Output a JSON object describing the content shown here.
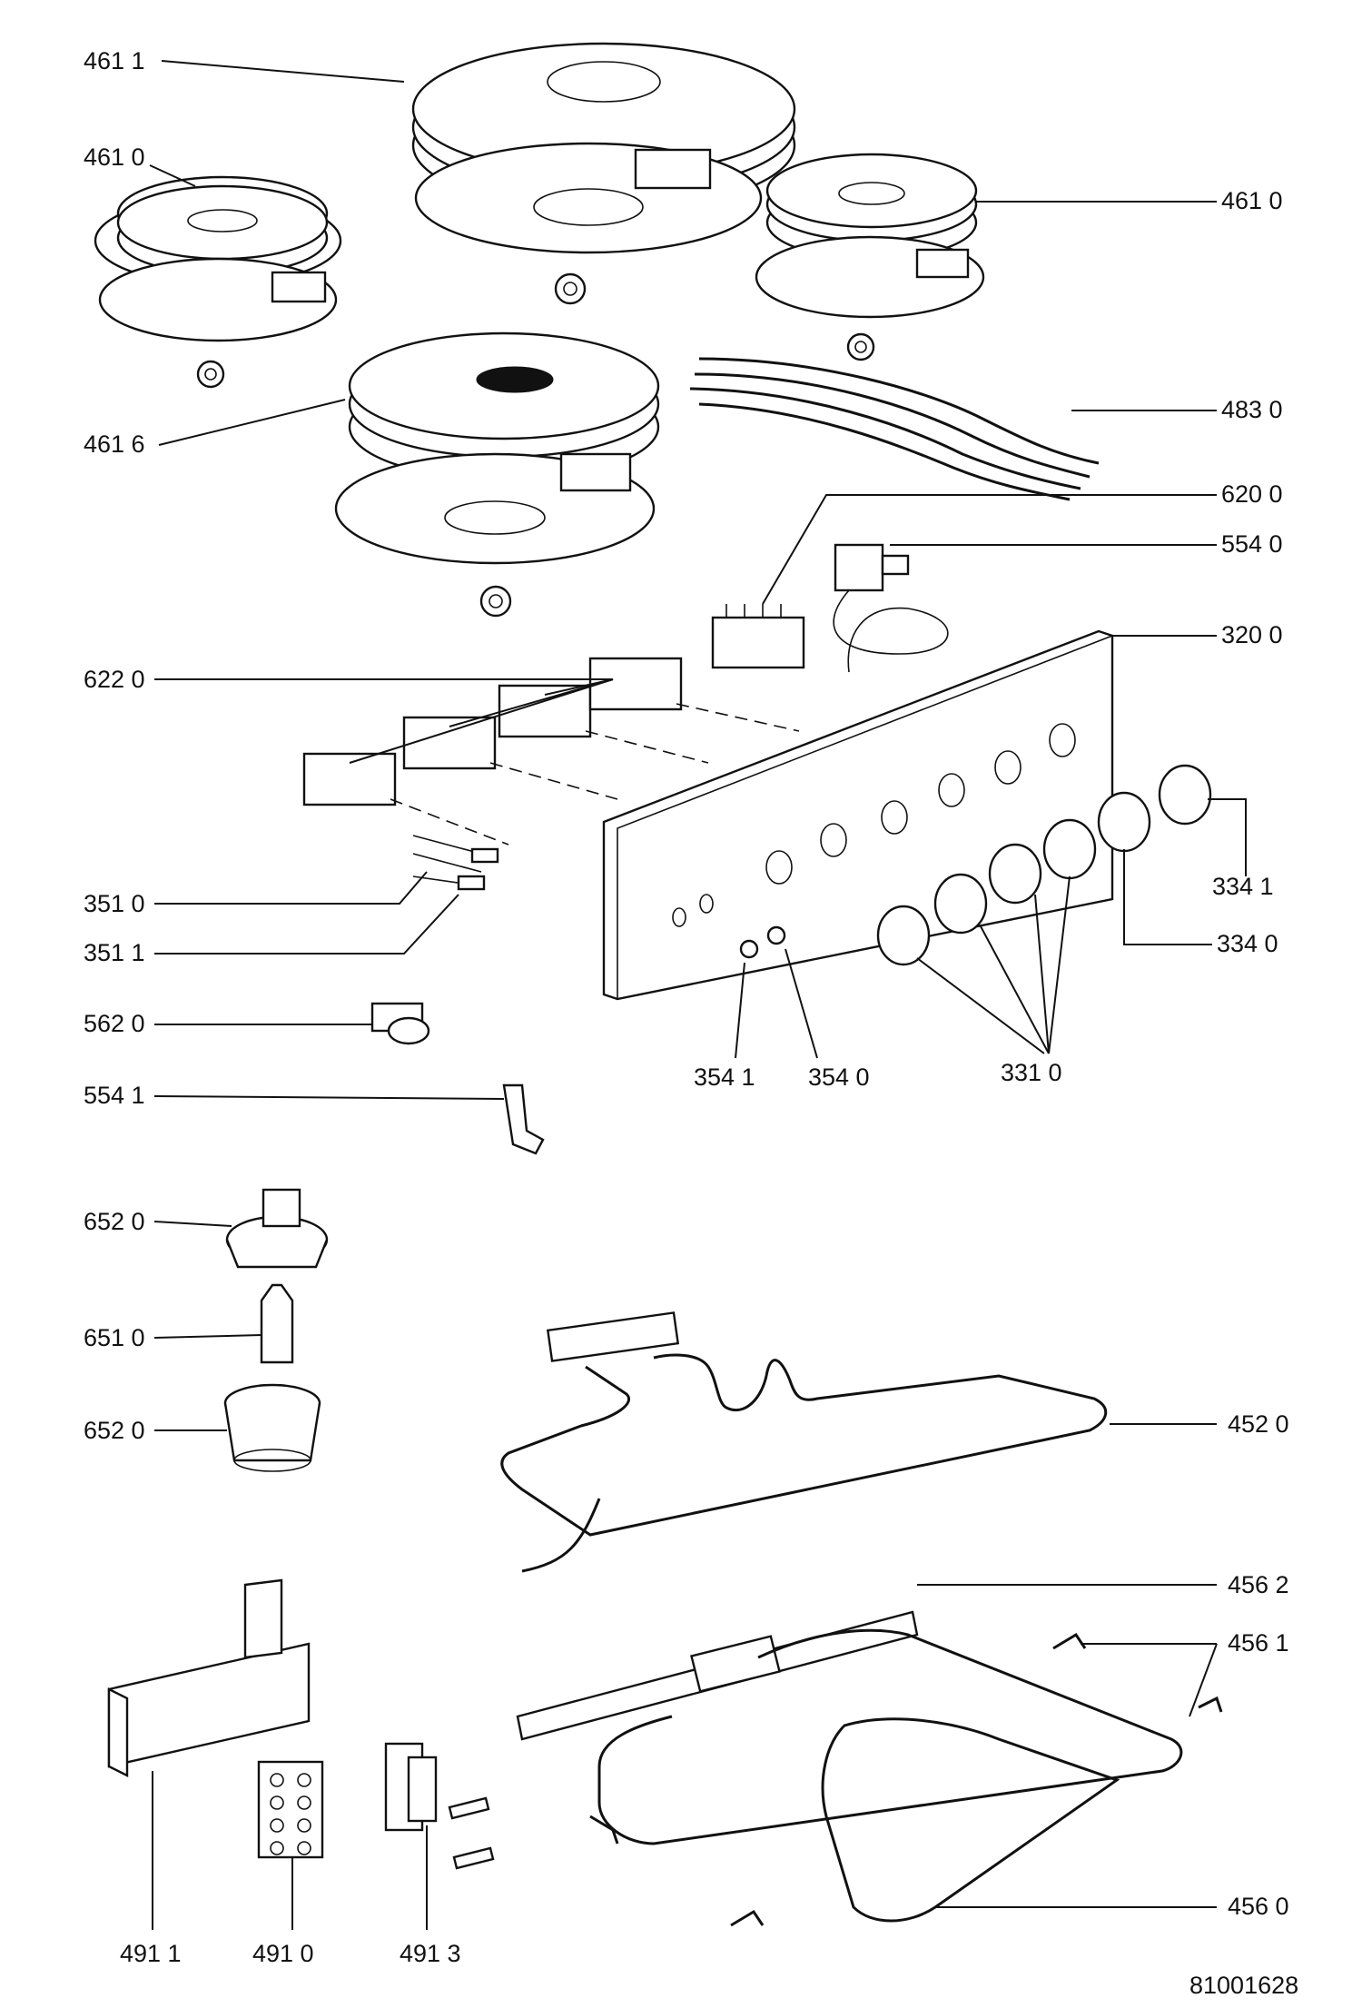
{
  "labels": {
    "l4611": "461 1",
    "l4610a": "461 0",
    "l4610b": "461 0",
    "l4616": "461 6",
    "l4830": "483 0",
    "l6200": "620 0",
    "l5540": "554 0",
    "l3200": "320 0",
    "l6220": "622 0",
    "l3341": "334 1",
    "l3340": "334 0",
    "l3510": "351 0",
    "l3511": "351 1",
    "l5620": "562 0",
    "l3541": "354 1",
    "l3540": "354 0",
    "l3310": "331 0",
    "l5541": "554 1",
    "l6520a": "652 0",
    "l6510": "651 0",
    "l6520b": "652 0",
    "l4520": "452 0",
    "l4562": "456 2",
    "l4561": "456 1",
    "l4560": "456 0",
    "l4911": "491 1",
    "l4910": "491 0",
    "l4913": "491 3"
  },
  "drawing_number": "81001628"
}
